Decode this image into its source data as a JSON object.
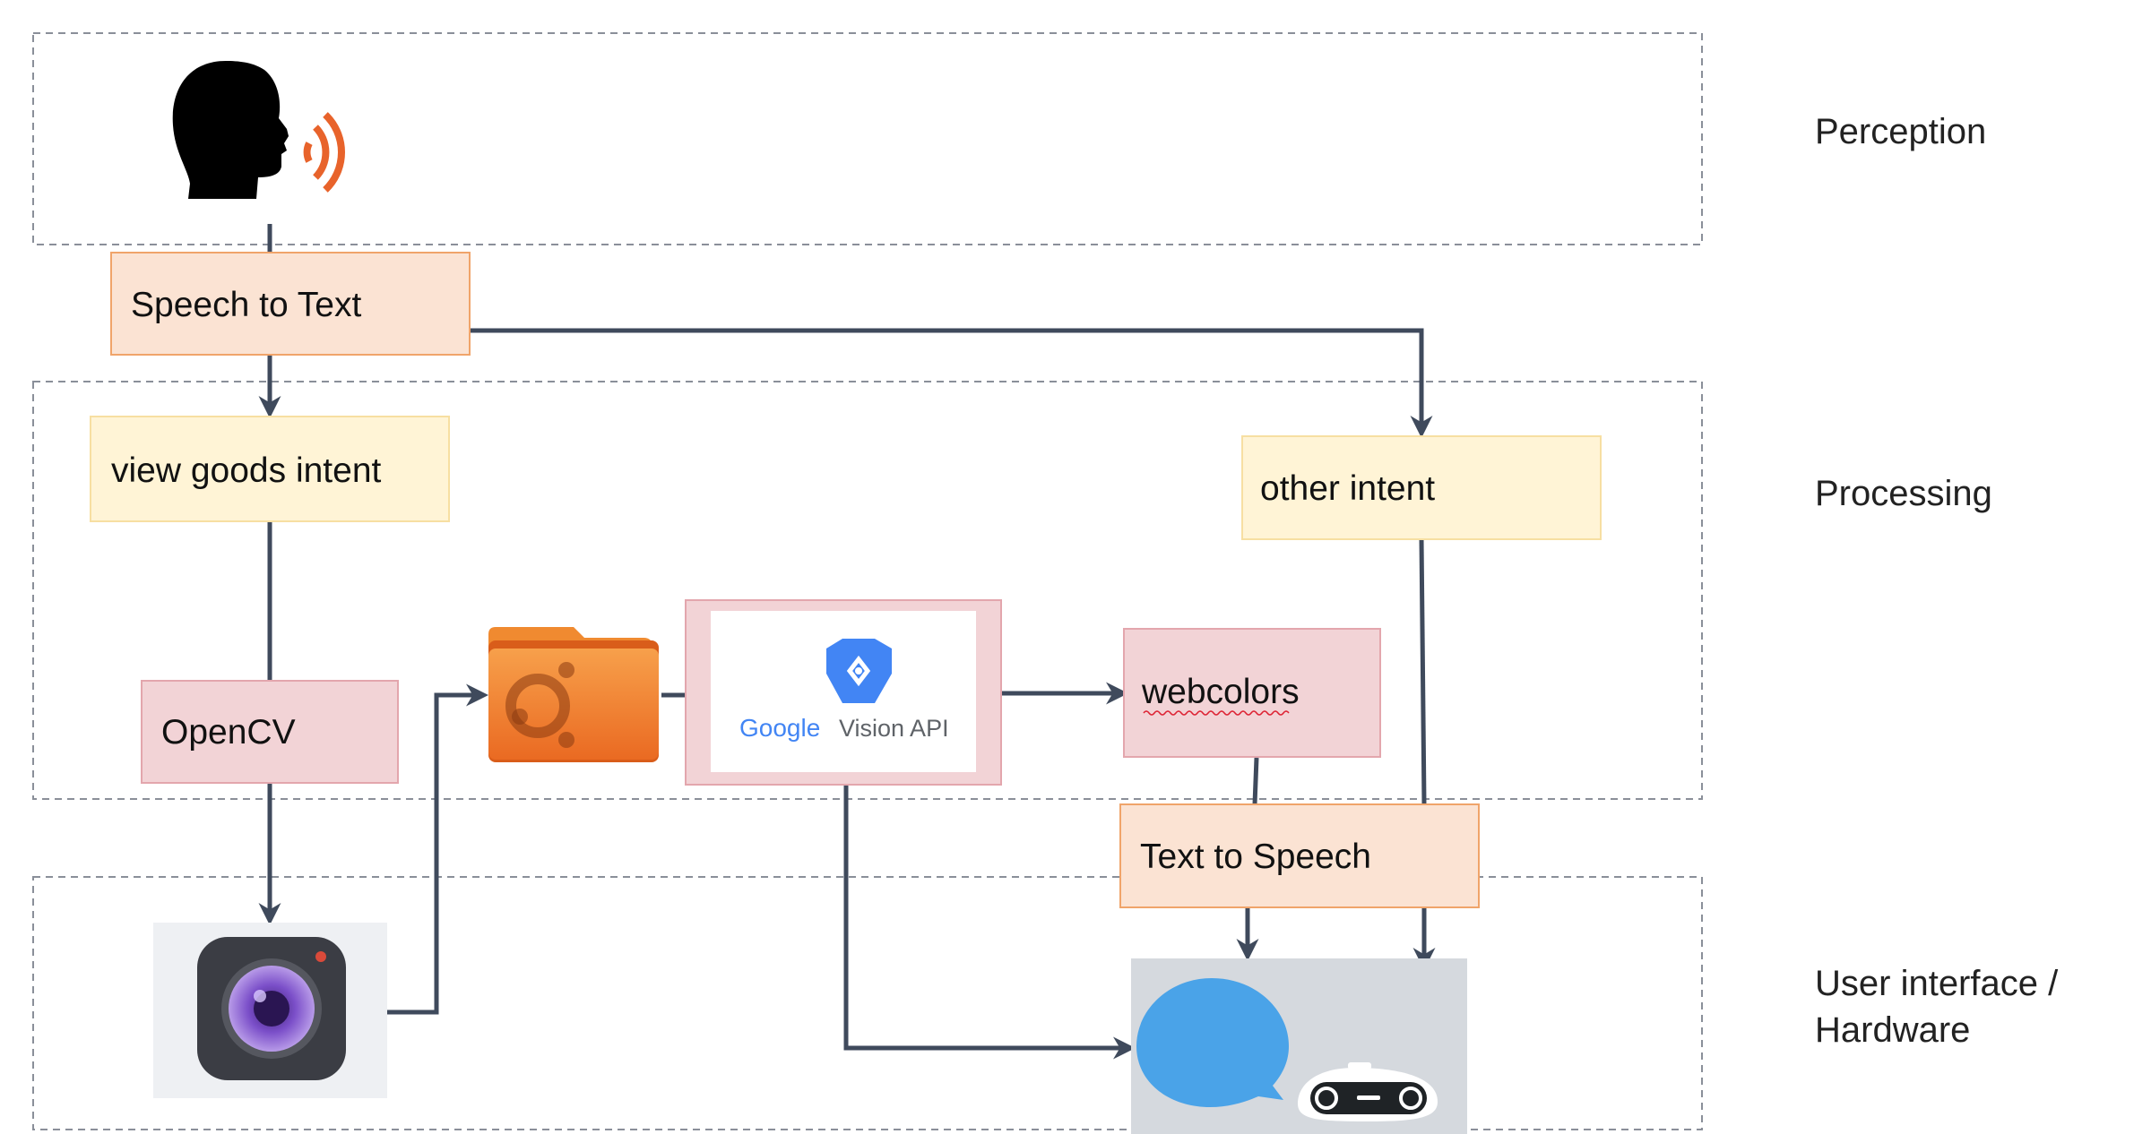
{
  "layers": {
    "perception": "Perception",
    "processing": "Processing",
    "ui_line1": "User interface /",
    "ui_line2": "Hardware"
  },
  "nodes": {
    "speech_to_text": "Speech to Text",
    "view_goods_intent": "view goods intent",
    "other_intent": "other intent",
    "opencv": "OpenCV",
    "webcolors": "webcolors",
    "text_to_speech": "Text to Speech",
    "google_wordmark": "Google",
    "vision_api": "Vision API"
  },
  "icons": [
    "speaking-head-icon",
    "camera-icon",
    "folder-icon",
    "google-cloud-vision-icon",
    "chat-bubble-icon",
    "robot-icon"
  ],
  "colors": {
    "arrow": "#3f4a5c",
    "speech_box_fill": "#fbe3d3",
    "speech_box_stroke": "#f0a46a",
    "intent_fill": "#fff4d6",
    "intent_stroke": "#f7dfa2",
    "pink_fill": "#f2d3d6",
    "pink_stroke": "#e3a6ad",
    "folder_orange": "#f07b2a",
    "vision_blue": "#4285f4",
    "bubble_blue": "#4aa3e8",
    "sound_wave": "#e8632b"
  }
}
